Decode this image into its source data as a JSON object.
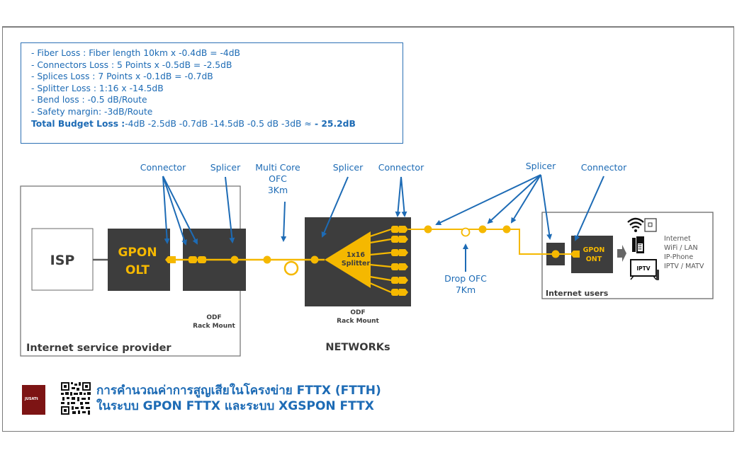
{
  "legend": {
    "lines": [
      "- Fiber Loss : Fiber length 10km x -0.4dB = -4dB",
      "- Connectors Loss : 5 Points x -0.5dB = -2.5dB",
      "- Splices Loss : 7 Points x -0.1dB = -0.7dB",
      "- Splitter Loss : 1:16 x -14.5dB",
      "- Bend loss : -0.5 dB/Route",
      "- Safety margin: -3dB/Route"
    ],
    "total_label": "Total Budget Loss :",
    "total_terms": "-4dB -2.5dB -0.7dB -14.5dB -0.5 dB -3dB ≈",
    "total_value": " - 25.2dB"
  },
  "diagram": {
    "colors": {
      "fiber": "#f5b800",
      "annotation": "#1d6bb5",
      "device": "#3d3d3d",
      "border": "#7a7a7a"
    },
    "labels": {
      "connector_1": "Connector",
      "splicer_1": "Splicer",
      "multicore_line1": "Multi Core",
      "multicore_line2": "OFC",
      "multicore_line3": "3Km",
      "splicer_2": "Splicer",
      "connector_2": "Connector",
      "splicer_3": "Splicer",
      "connector_3": "Connector",
      "drop_line1": "Drop OFC",
      "drop_line2": "7Km"
    },
    "isp": {
      "zone_label": "Internet service provider",
      "isp_label": "ISP",
      "olt_line1": "GPON",
      "olt_line2": "OLT",
      "odf_line1": "ODF",
      "odf_line2": "Rack Mount"
    },
    "network": {
      "zone_label": "NETWORKs",
      "splitter_line1": "1x16",
      "splitter_line2": "Splitter",
      "odf_line1": "ODF",
      "odf_line2": "Rack Mount"
    },
    "users": {
      "zone_label": "Internet users",
      "ont_line1": "GPON",
      "ont_line2": "ONT",
      "iptv_label": "IPTV",
      "services": [
        "Internet",
        "WiFi / LAN",
        "IP-Phone",
        "IPTV / MATV"
      ]
    }
  },
  "footer": {
    "logo_text": "JUSATt",
    "title_line1": "การคำนวณค่าการสูญเสียในโครงข่าย FTTX (FTTH)",
    "title_line2": "ในระบบ GPON FTTX และระบบ XGSPON FTTX"
  }
}
